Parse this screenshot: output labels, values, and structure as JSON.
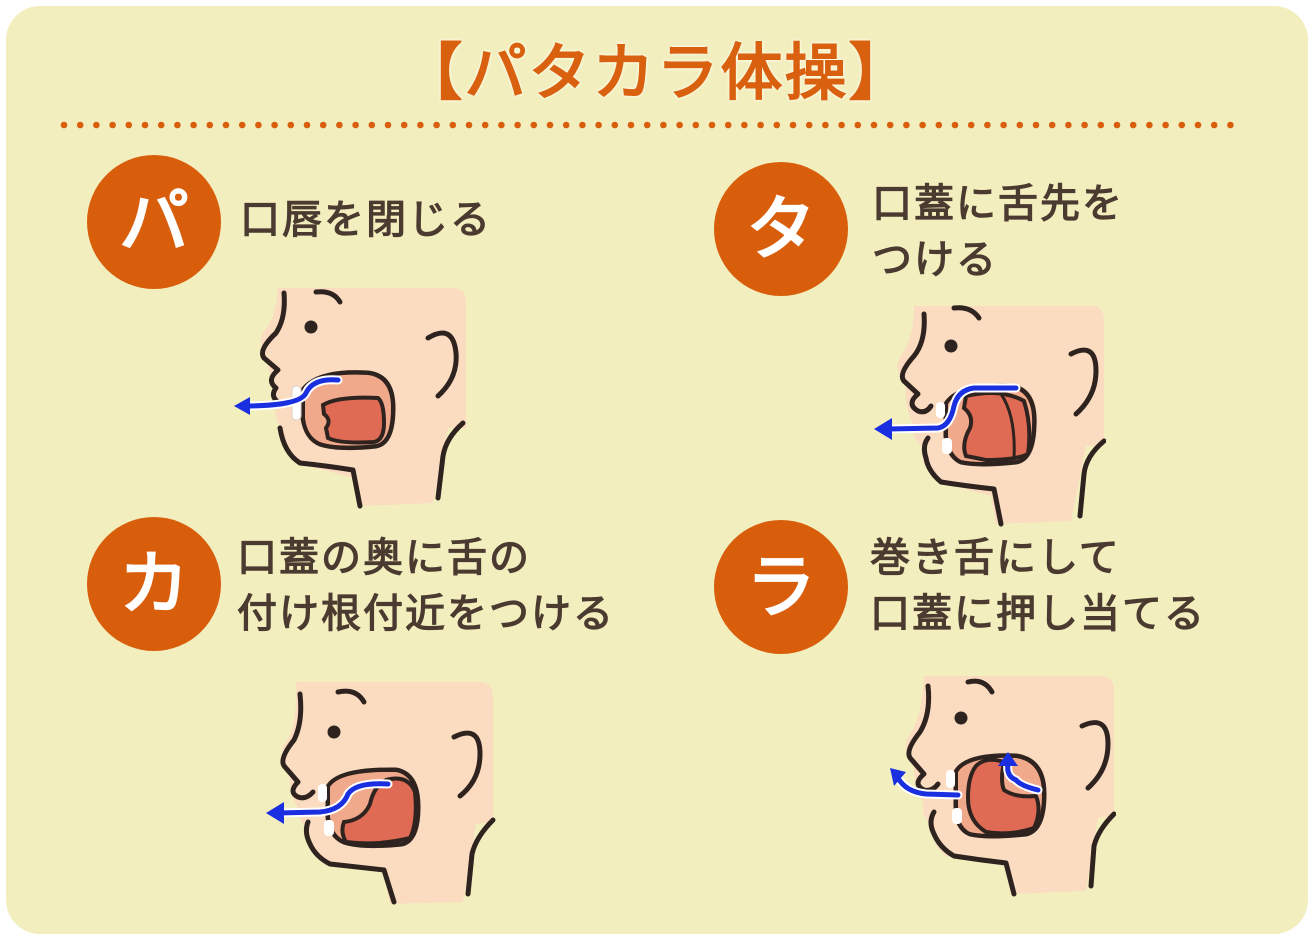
{
  "title": "【パタカラ体操】",
  "colors": {
    "background": "#f2eebe",
    "accent": "#d95e0c",
    "text": "#4a3a30",
    "skin": "#fbdcc0",
    "mouth_inner": "#f0a98a",
    "tongue": "#e06b55",
    "airflow_arrow": "#1a2fe0"
  },
  "steps": [
    {
      "syllable": "パ",
      "lines": [
        "口唇を閉じる"
      ],
      "illustration": "lips-closed-airflow-icon"
    },
    {
      "syllable": "タ",
      "lines": [
        "口蓋に舌先を",
        "つける"
      ],
      "illustration": "tongue-tip-palate-icon"
    },
    {
      "syllable": "カ",
      "lines": [
        "口蓋の奥に舌の",
        "付け根付近をつける"
      ],
      "illustration": "tongue-root-palate-icon"
    },
    {
      "syllable": "ラ",
      "lines": [
        "巻き舌にして",
        "口蓋に押し当てる"
      ],
      "illustration": "rolled-tongue-palate-icon"
    }
  ]
}
